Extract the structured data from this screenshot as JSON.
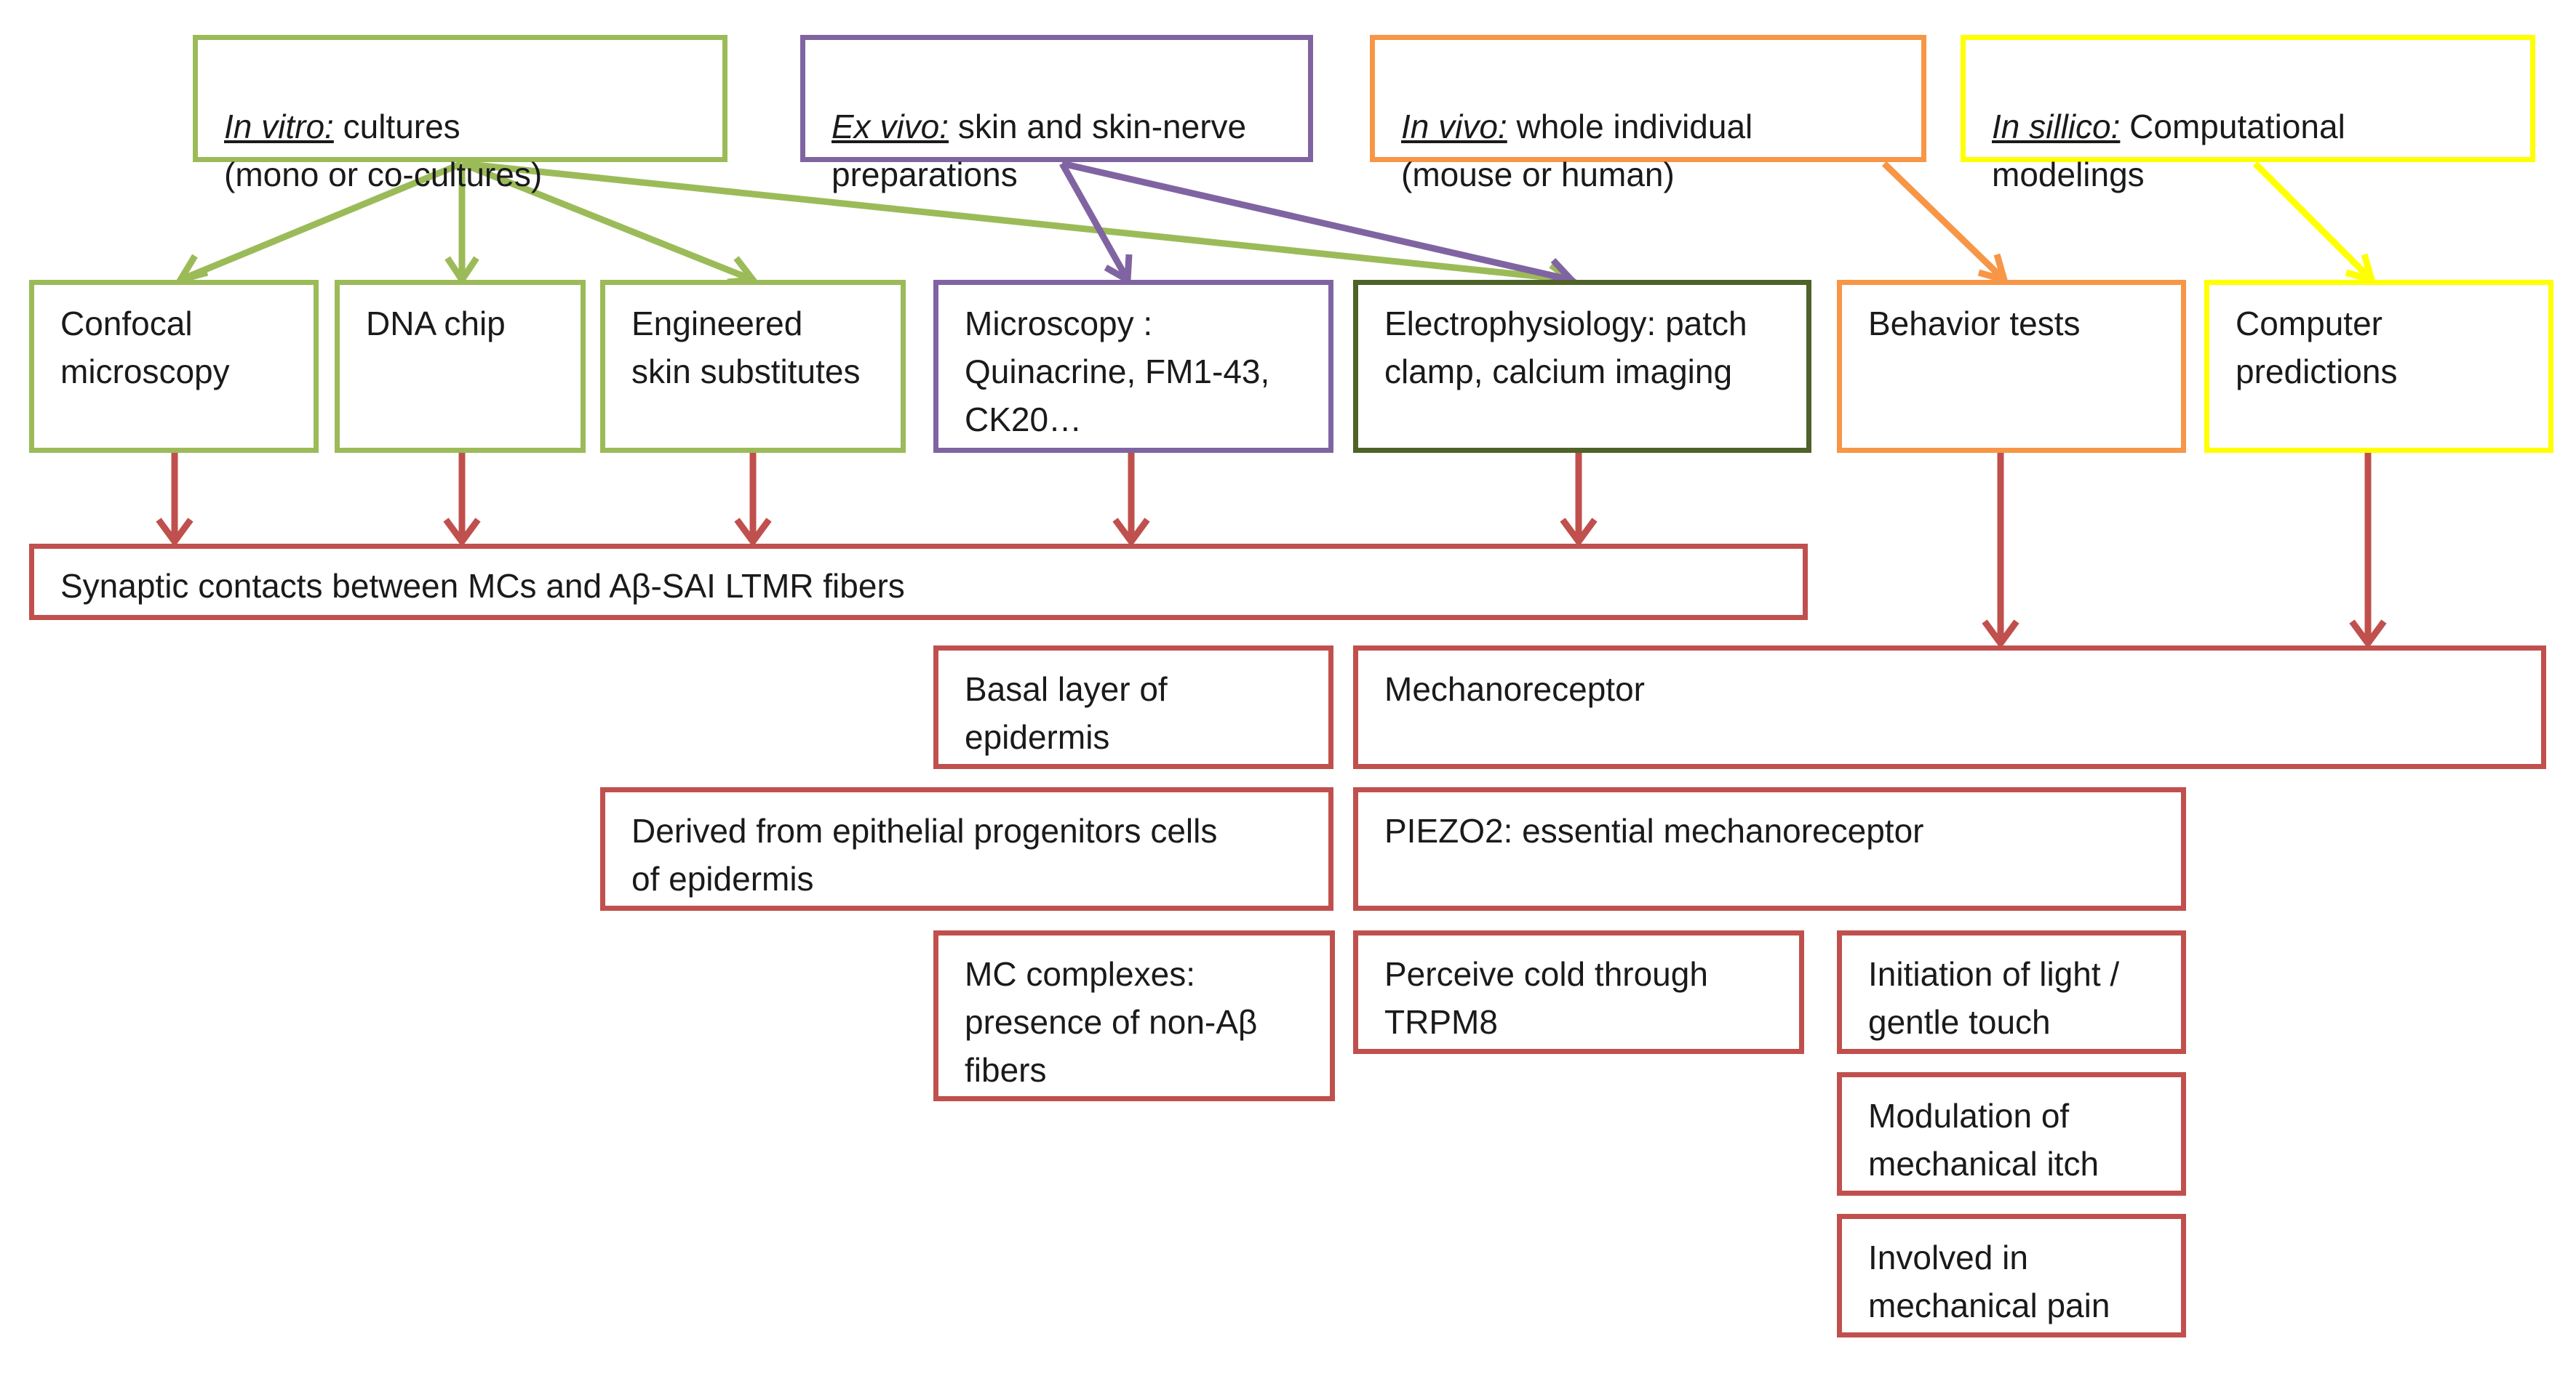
{
  "colors": {
    "in_vitro": "#9bbb59",
    "ex_vivo": "#8064a2",
    "in_vivo": "#f79646",
    "in_silico": "#ffff00",
    "electrophysiology": "#4f6228",
    "findings": "#c0504d"
  },
  "approaches": {
    "in_vitro": {
      "lead": "In vitro:",
      "rest": " cultures\n(mono or co-cultures)"
    },
    "ex_vivo": {
      "lead": "Ex vivo:",
      "rest": " skin and skin-nerve\npreparations"
    },
    "in_vivo": {
      "lead": "In vivo:",
      "rest": " whole individual\n(mouse or human)"
    },
    "in_silico": {
      "lead": "In sillico:",
      "rest": " Computational\nmodelings"
    }
  },
  "methods": {
    "confocal": "Confocal\nmicroscopy",
    "dna_chip": "DNA chip",
    "engineered_skin": "Engineered\nskin substitutes",
    "microscopy": "Microscopy :\nQuinacrine, FM1-43,\nCK20…",
    "electrophysiology": "Electrophysiology: patch\nclamp, calcium imaging",
    "behavior": "Behavior tests",
    "computer": "Computer\npredictions"
  },
  "findings": {
    "synaptic": "Synaptic contacts between MCs and Aβ-SAI LTMR fibers",
    "basal_layer": "Basal layer of\nepidermis",
    "mechanoreceptor": "Mechanoreceptor",
    "derived": "Derived from epithelial progenitors cells\nof epidermis",
    "piezo2": "PIEZO2: essential mechanoreceptor",
    "mc_complexes": "MC complexes:\npresence of non-Aβ\nfibers",
    "cold": "Perceive cold through\nTRPM8",
    "light_touch": "Initiation of light /\ngentle touch",
    "itch": "Modulation of\nmechanical itch",
    "pain": "Involved in\nmechanical pain"
  }
}
